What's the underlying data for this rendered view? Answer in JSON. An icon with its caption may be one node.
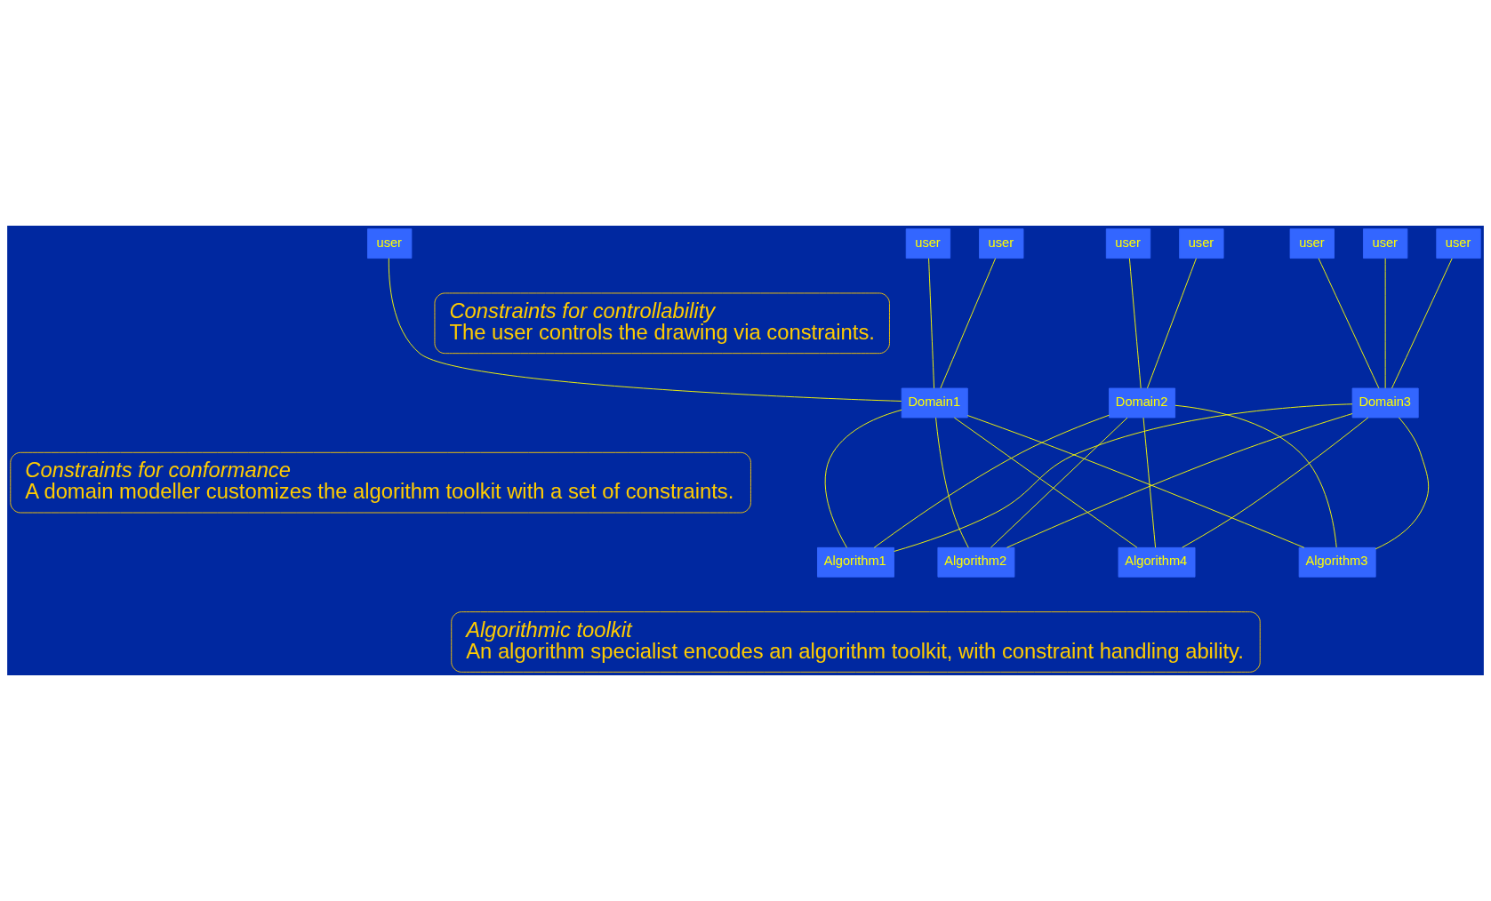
{
  "diagram": {
    "nodes": [
      {
        "text": [
          "user"
        ]
      },
      {
        "text": [
          "user"
        ]
      },
      {
        "text": [
          "user"
        ]
      },
      {
        "text": [
          "user"
        ]
      },
      {
        "text": [
          "user"
        ]
      },
      {
        "text": [
          "user"
        ]
      },
      {
        "text": [
          "user"
        ]
      },
      {
        "text": [
          "user"
        ]
      },
      {
        "text": [
          "Constraints for controllability",
          "The user controls the drawing via constraints."
        ]
      },
      {
        "text": [
          "Domain1"
        ]
      },
      {
        "text": [
          "Domain2"
        ]
      },
      {
        "text": [
          "Domain3"
        ]
      },
      {
        "text": [
          "Constraints for conformance",
          "A domain modeller customizes the algorithm toolkit with a set of constraints."
        ]
      },
      {
        "text": [
          "Algorithm1"
        ]
      },
      {
        "text": [
          "Algorithm2"
        ]
      },
      {
        "text": [
          "Algorithm3"
        ]
      },
      {
        "text": [
          "Algorithm4"
        ]
      },
      {
        "text": [
          "Algorithmic toolkit",
          "An algorithm specialist encodes an algorithm toolkit, with constraint handling ability."
        ]
      }
    ],
    "edges": [
      {
        "from": 0,
        "to": 9,
        "arrow": "none"
      },
      {
        "from": 1,
        "to": 9,
        "arrow": "none"
      },
      {
        "from": 2,
        "to": 9,
        "arrow": "none"
      },
      {
        "from": 3,
        "to": 10,
        "arrow": "none"
      },
      {
        "from": 4,
        "to": 10,
        "arrow": "none"
      },
      {
        "from": 5,
        "to": 11,
        "arrow": "none"
      },
      {
        "from": 6,
        "to": 11,
        "arrow": "none"
      },
      {
        "from": 7,
        "to": 11,
        "arrow": "none"
      },
      {
        "from": 9,
        "to": 13,
        "arrow": "none"
      },
      {
        "from": 10,
        "to": 13,
        "arrow": "none"
      },
      {
        "from": 11,
        "to": 13,
        "arrow": "none"
      },
      {
        "from": 9,
        "to": 14,
        "arrow": "none"
      },
      {
        "from": 10,
        "to": 14,
        "arrow": "none"
      },
      {
        "from": 11,
        "to": 14,
        "arrow": "none"
      },
      {
        "from": 9,
        "to": 15,
        "arrow": "none"
      },
      {
        "from": 10,
        "to": 15,
        "arrow": "none"
      },
      {
        "from": 11,
        "to": 15,
        "arrow": "none"
      },
      {
        "from": 9,
        "to": 16,
        "arrow": "none"
      },
      {
        "from": 10,
        "to": 16,
        "arrow": "none"
      },
      {
        "from": 11,
        "to": 16,
        "arrow": "none"
      }
    ]
  }
}
